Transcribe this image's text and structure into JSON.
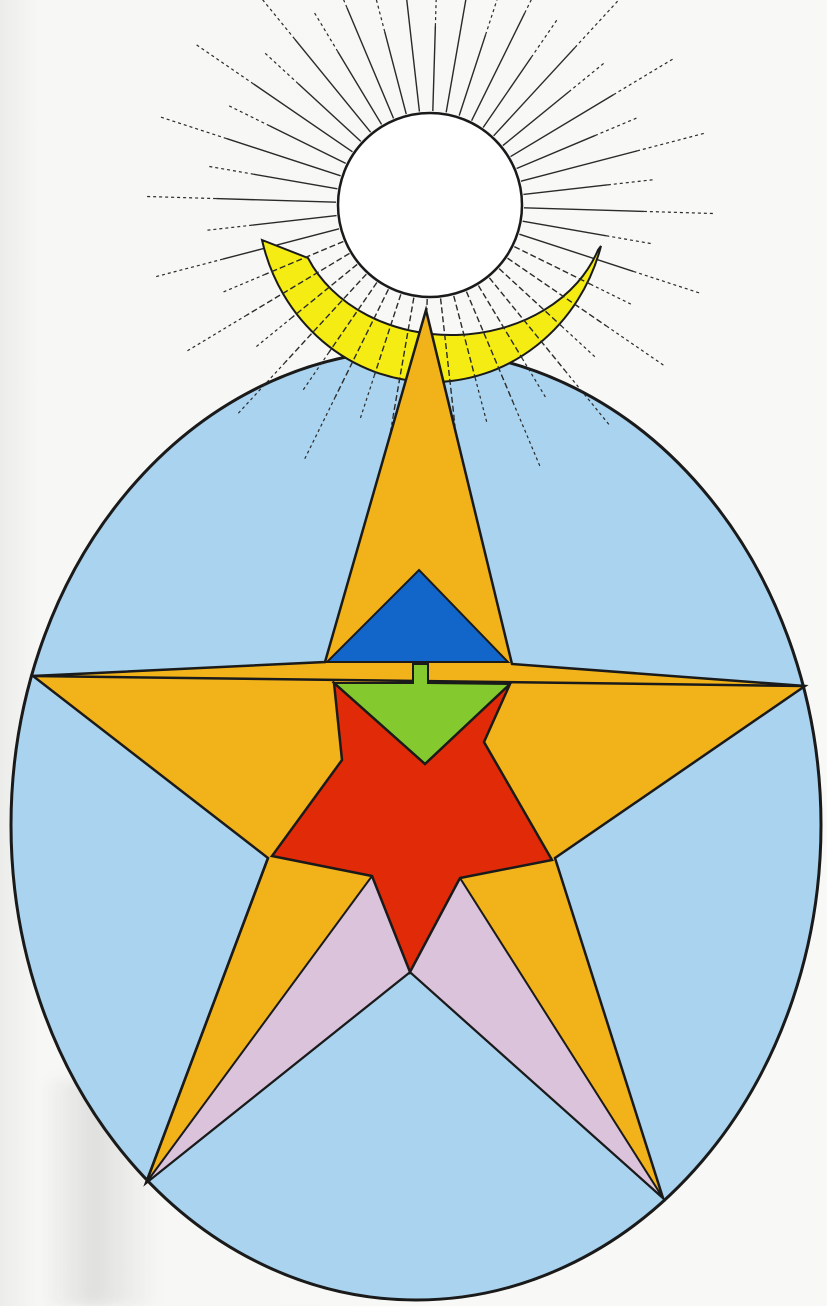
{
  "illustration": {
    "colors": {
      "background": "#f7f7f5",
      "oval": "#a9d3ee",
      "crescent": "#f4ec12",
      "sun": "#ffffff",
      "star_gold": "#f2b31a",
      "apex_triangle": "#1266c9",
      "green_triangle": "#84c92e",
      "red_star": "#e02a08",
      "lilac": "#dcc3dc",
      "outline": "#1a1a1a",
      "rays": "#2a2a2a"
    },
    "elements": [
      "sun-with-rays",
      "yellow-crescent",
      "blue-oval",
      "five-pointed-gold-star",
      "blue-triangle",
      "green-triangle",
      "red-star",
      "lilac-facets"
    ]
  }
}
